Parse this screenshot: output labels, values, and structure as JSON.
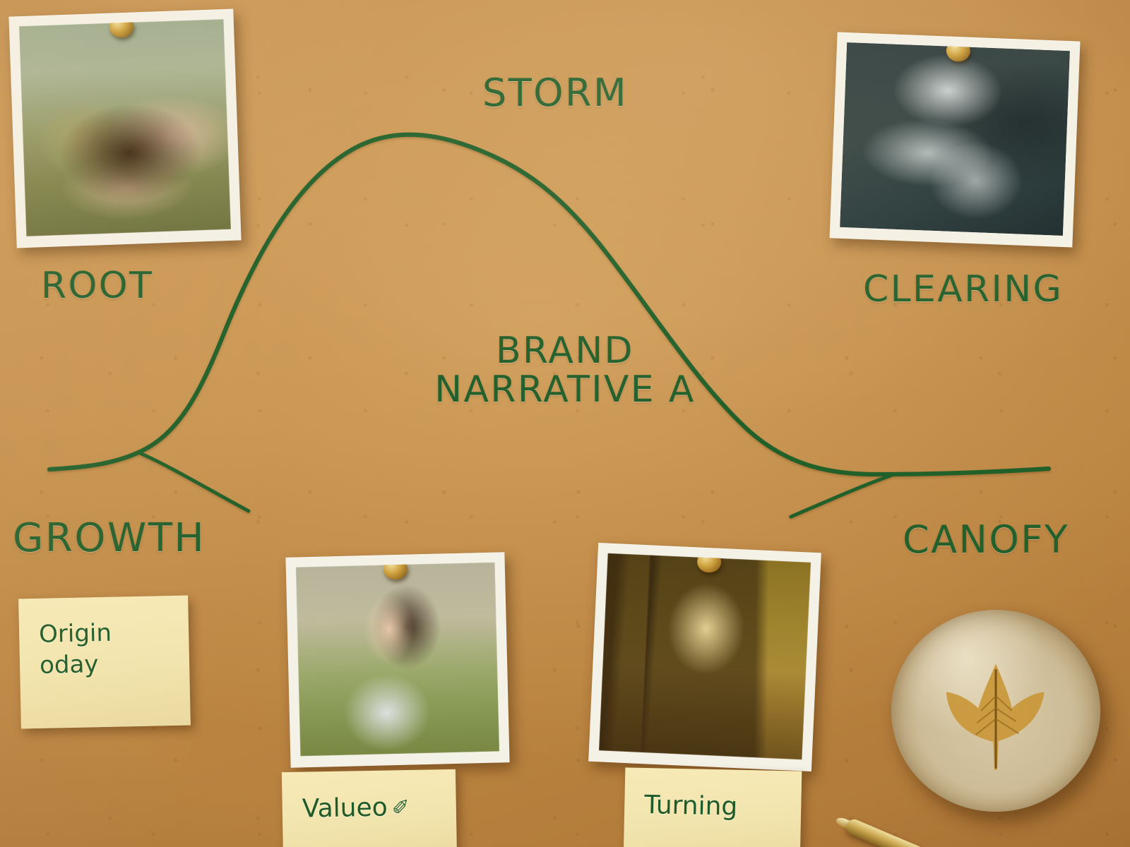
{
  "board": {
    "surface": "kraft-paper",
    "background_color": "#c08a47",
    "ink_color": "#24602c",
    "note_color": "#f2e4ad",
    "pin_color": "#cfa23f"
  },
  "center_title": {
    "line1": "BRAND",
    "line2": "NARRATIVE A"
  },
  "stage_labels": [
    {
      "id": "root",
      "text": "ROOT"
    },
    {
      "id": "storm",
      "text": "STORM"
    },
    {
      "id": "clearing",
      "text": "CLEARING"
    },
    {
      "id": "growth",
      "text": "GROWTH"
    },
    {
      "id": "canopy",
      "text": "CANOFY"
    }
  ],
  "photos": [
    {
      "id": "root",
      "caption_link": "ROOT",
      "subject": "hands holding soil in grass"
    },
    {
      "id": "storm",
      "caption_link": "CLEARING",
      "subject": "dark storm clouds"
    },
    {
      "id": "growth",
      "caption_link": "GROWTH",
      "subject": "woman smiling in sunlit meadow"
    },
    {
      "id": "canopy",
      "caption_link": "CANOFY",
      "subject": "sunlit forest path"
    }
  ],
  "notes": [
    {
      "id": "origin",
      "line1": "Origin",
      "line2": "oday",
      "glyph": ""
    },
    {
      "id": "values",
      "line1": "Valueo",
      "line2": "",
      "glyph": "✐"
    },
    {
      "id": "turning",
      "line1": "Turning",
      "line2": "",
      "glyph": ""
    }
  ],
  "objects": [
    {
      "id": "paperweight",
      "label": "glass paperweight with pressed maple leaf"
    },
    {
      "id": "pen",
      "label": "gold fountain pen nib"
    }
  ]
}
